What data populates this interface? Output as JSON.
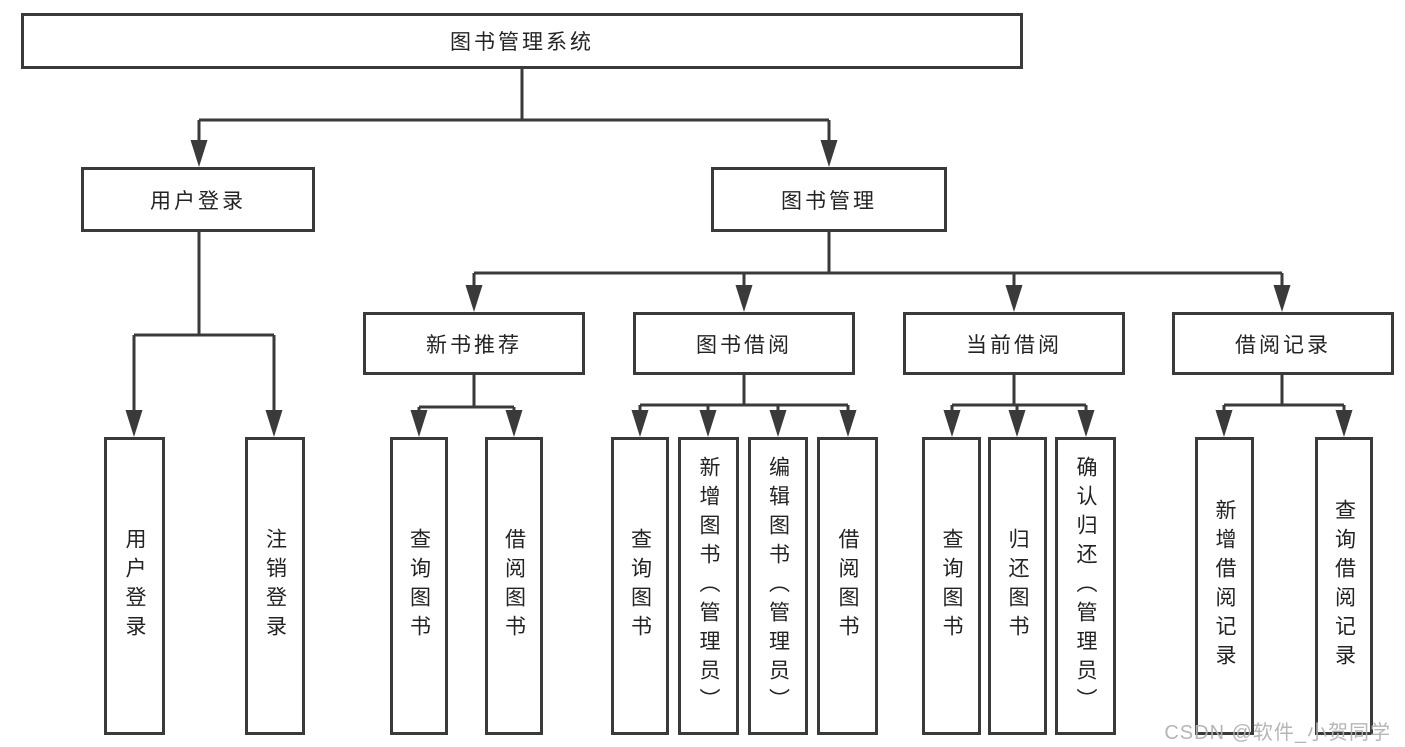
{
  "diagram": {
    "title": "图书管理系统",
    "branches": [
      {
        "label": "用户登录",
        "children": [
          "用户登录",
          "注销登录"
        ]
      },
      {
        "label": "图书管理",
        "modules": [
          {
            "label": "新书推荐",
            "children": [
              "查询图书",
              "借阅图书"
            ]
          },
          {
            "label": "图书借阅",
            "children": [
              "查询图书",
              "新增图书（管理员）",
              "编辑图书（管理员）",
              "借阅图书"
            ]
          },
          {
            "label": "当前借阅",
            "children": [
              "查询图书",
              "归还图书",
              "确认归还（管理员）"
            ]
          },
          {
            "label": "借阅记录",
            "children": [
              "新增借阅记录",
              "查询借阅记录"
            ]
          }
        ]
      }
    ]
  },
  "colors": {
    "line": "#3a3a3a",
    "text": "#232323",
    "watermark": "#b3b3b3"
  },
  "watermark": "CSDN @软件_小贺同学"
}
